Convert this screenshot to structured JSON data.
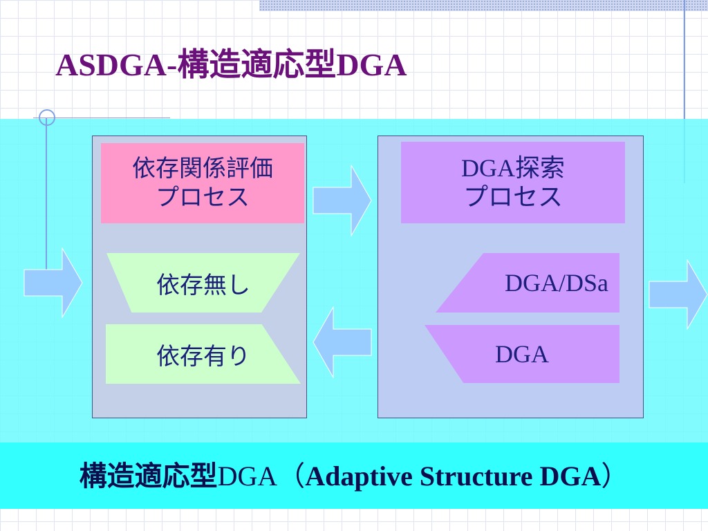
{
  "slide": {
    "title": "ASDGA-構造適応型DGA",
    "caption": {
      "part1": "構造適応型",
      "part2": "DGA（",
      "part3": "Adaptive Structure DGA",
      "part4": "）"
    }
  },
  "diagram": {
    "left_process": {
      "label": "依存関係評価\nプロセス",
      "outputs": [
        "依存無し",
        "依存有り"
      ]
    },
    "right_process": {
      "label": "DGA探索\nプロセス",
      "outputs": [
        "DGA/DSa",
        "DGA"
      ]
    }
  },
  "colors": {
    "title": "#6b0f7a",
    "cyan_band": "#6efaff",
    "bottom_band": "#33ffff",
    "left_label_bg": "#ff99cc",
    "right_label_bg": "#cc99ff",
    "green_shapes": "#ccffcc",
    "purple_shapes": "#cc99ff",
    "arrow_fill": "#99ccff",
    "text_dark_blue": "#1b1f7a"
  }
}
